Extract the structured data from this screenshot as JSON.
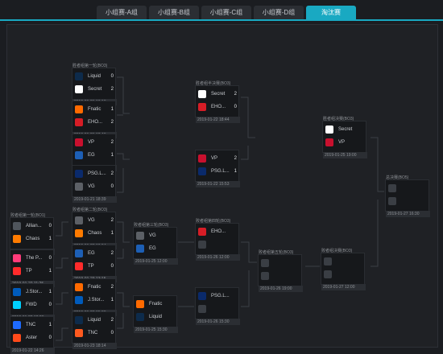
{
  "tabs": [
    {
      "label": "小组赛-A组"
    },
    {
      "label": "小组赛-B组"
    },
    {
      "label": "小组赛-C组"
    },
    {
      "label": "小组赛-D组"
    },
    {
      "label": "淘汰赛"
    }
  ],
  "matches": {
    "upper_r1_1": {
      "title": "胜者组第一轮(BO3)",
      "team1": {
        "name": "Liquid",
        "score": "0",
        "logo": "liquid-logo"
      },
      "team2": {
        "name": "Secret",
        "score": "2",
        "logo": "secret-logo"
      },
      "date": "2019-01-21 10:13"
    },
    "upper_r1_2": {
      "title": "",
      "team1": {
        "name": "Fnatic",
        "score": "1",
        "logo": "fnatic-logo"
      },
      "team2": {
        "name": "EHO...",
        "score": "2",
        "logo": "ehome-logo"
      },
      "date": "2019-01-21 12:40"
    },
    "upper_r1_3": {
      "title": "",
      "team1": {
        "name": "VP",
        "score": "2",
        "logo": "vp-logo"
      },
      "team2": {
        "name": "EG",
        "score": "1",
        "logo": "eg-logo"
      },
      "date": "2019-01-21 16:00"
    },
    "upper_r1_4": {
      "title": "",
      "team1": {
        "name": "PSG.L...",
        "score": "2",
        "logo": "psg-logo"
      },
      "team2": {
        "name": "VG",
        "score": "0",
        "logo": "vg-logo"
      },
      "date": "2019-01-21 18:39"
    },
    "upper_semi_1": {
      "title": "胜者组半决赛(BO3)",
      "team1": {
        "name": "Secret",
        "score": "2",
        "logo": "secret-logo"
      },
      "team2": {
        "name": "EHO...",
        "score": "0",
        "logo": "ehome-logo"
      },
      "date": "2019-01-22 18:44"
    },
    "upper_semi_2": {
      "title": "",
      "team1": {
        "name": "VP",
        "score": "2",
        "logo": "vp-logo"
      },
      "team2": {
        "name": "PSG.L...",
        "score": "1",
        "logo": "psg-logo"
      },
      "date": "2019-01-22 15:53"
    },
    "upper_final": {
      "title": "胜者组决赛(BO3)",
      "team1": {
        "name": "Secret",
        "score": "",
        "logo": "secret-logo"
      },
      "team2": {
        "name": "VP",
        "score": "",
        "logo": "vp-logo"
      },
      "date": "2019-01-25 19:00"
    },
    "grand_final": {
      "title": "总决赛(BO5)",
      "team1": {
        "name": "",
        "score": "",
        "logo": "empty"
      },
      "team2": {
        "name": "",
        "score": "",
        "logo": "empty"
      },
      "date": "2019-01-27 16:30"
    },
    "lower_r1_1": {
      "title": "败者组第一轮(BO1)",
      "team1": {
        "name": "Allian...",
        "score": "0",
        "logo": "alliance-logo"
      },
      "team2": {
        "name": "Chaos",
        "score": "1",
        "logo": "chaos-logo"
      },
      "date": "2019-01-22 10:05"
    },
    "lower_r1_2": {
      "title": "",
      "team1": {
        "name": "The P...",
        "score": "0",
        "logo": "pacific-logo"
      },
      "team2": {
        "name": "TP",
        "score": "1",
        "logo": "tp-logo"
      },
      "date": "2019-01-22 11:25"
    },
    "lower_r1_3": {
      "title": "",
      "team1": {
        "name": "J.Stor...",
        "score": "1",
        "logo": "jstorm-logo"
      },
      "team2": {
        "name": "FWD",
        "score": "0",
        "logo": "fwd-logo"
      },
      "date": "2019-01-22 12:29"
    },
    "lower_r1_4": {
      "title": "",
      "team1": {
        "name": "TNC",
        "score": "1",
        "logo": "tnc-logo"
      },
      "team2": {
        "name": "Aster",
        "score": "0",
        "logo": "aster-logo"
      },
      "date": "2019-01-22 14:26"
    },
    "lower_r2_1": {
      "title": "败者组第二轮(BO3)",
      "team1": {
        "name": "VG",
        "score": "2",
        "logo": "vg-logo"
      },
      "team2": {
        "name": "Chaos",
        "score": "1",
        "logo": "chaos-logo"
      },
      "date": "2019-01-23 10:04"
    },
    "lower_r2_2": {
      "title": "",
      "team1": {
        "name": "EG",
        "score": "2",
        "logo": "eg-logo"
      },
      "team2": {
        "name": "TP",
        "score": "0",
        "logo": "tp-logo"
      },
      "date": "2019-01-23 13:15"
    },
    "lower_r2_3": {
      "title": "",
      "team1": {
        "name": "Fnatic",
        "score": "2",
        "logo": "fnatic-logo"
      },
      "team2": {
        "name": "J.Stor...",
        "score": "1",
        "logo": "jstorm-logo"
      },
      "date": "2019-01-23 15:30"
    },
    "lower_r2_4": {
      "title": "",
      "team1": {
        "name": "Liquid",
        "score": "2",
        "logo": "liquid-logo"
      },
      "team2": {
        "name": "TNC",
        "score": "0",
        "logo": "tnc2-logo"
      },
      "date": "2019-01-23 18:14"
    },
    "lower_r3_1": {
      "title": "败者组第三轮(BO3)",
      "team1": {
        "name": "VG",
        "score": "",
        "logo": "vg-logo"
      },
      "team2": {
        "name": "EG",
        "score": "",
        "logo": "eg-logo"
      },
      "date": "2019-01-25 12:00"
    },
    "lower_r3_2": {
      "title": "",
      "team1": {
        "name": "Fnatic",
        "score": "",
        "logo": "fnatic-logo"
      },
      "team2": {
        "name": "Liquid",
        "score": "",
        "logo": "liquid-logo"
      },
      "date": "2019-01-25 15:30"
    },
    "lower_r4_1": {
      "title": "败者组第四轮(BO3)",
      "team1": {
        "name": "EHO...",
        "score": "",
        "logo": "ehome-logo"
      },
      "team2": {
        "name": "",
        "score": "",
        "logo": "empty"
      },
      "date": "2019-01-26 12:00"
    },
    "lower_r4_2": {
      "title": "",
      "team1": {
        "name": "PSG.L...",
        "score": "",
        "logo": "psg-logo"
      },
      "team2": {
        "name": "",
        "score": "",
        "logo": "empty"
      },
      "date": "2019-01-26 15:30"
    },
    "lower_r5": {
      "title": "败者组第五轮(BO3)",
      "team1": {
        "name": "",
        "score": "",
        "logo": "empty"
      },
      "team2": {
        "name": "",
        "score": "",
        "logo": "empty"
      },
      "date": "2019-01-26 19:00"
    },
    "lower_final": {
      "title": "败者组决赛(BO3)",
      "team1": {
        "name": "",
        "score": "",
        "logo": "empty"
      },
      "team2": {
        "name": "",
        "score": "",
        "logo": "empty"
      },
      "date": "2019-01-27 12:00"
    }
  },
  "colors": {
    "accent": "#19a9c2",
    "background": "#1b1d21"
  }
}
